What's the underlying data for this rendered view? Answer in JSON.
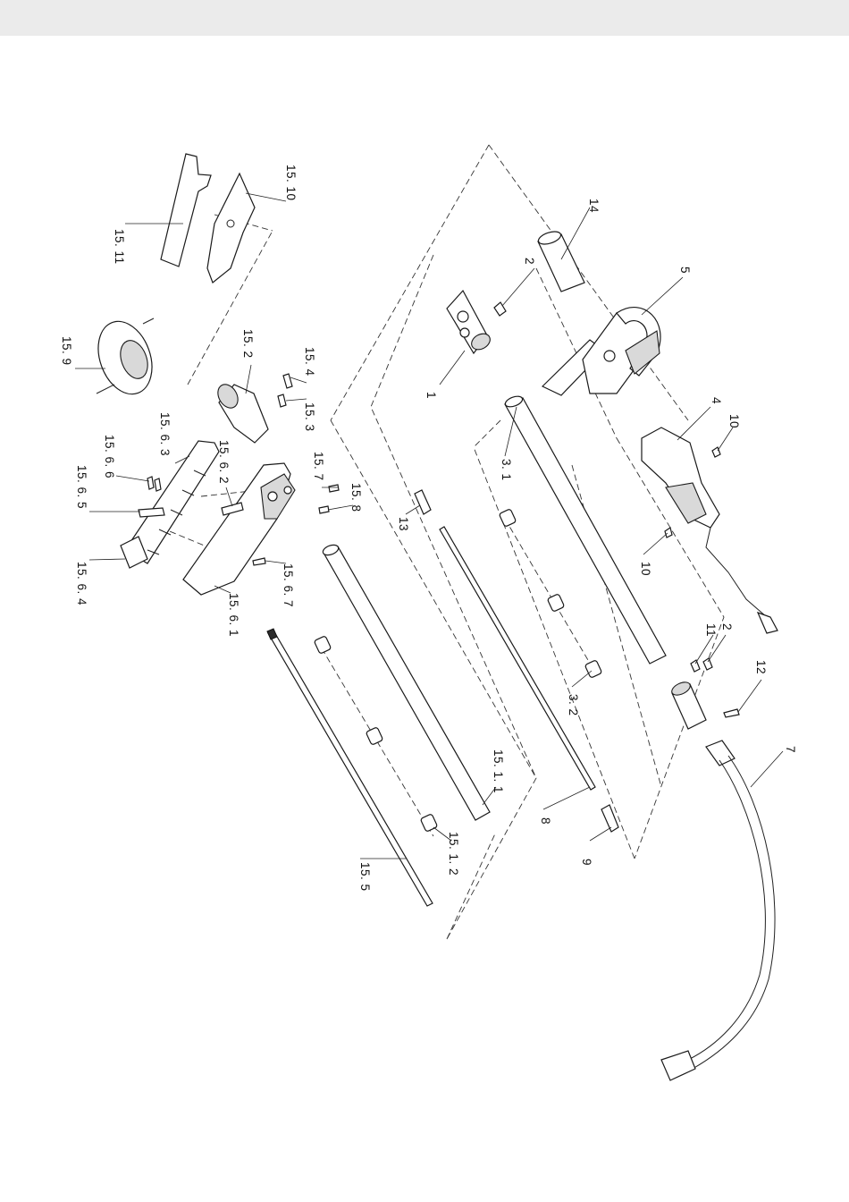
{
  "diagram": {
    "labels": [
      {
        "id": "lbl-14",
        "text": "14"
      },
      {
        "id": "lbl-2a",
        "text": "2"
      },
      {
        "id": "lbl-5",
        "text": "5"
      },
      {
        "id": "lbl-1",
        "text": "1"
      },
      {
        "id": "lbl-4",
        "text": "4"
      },
      {
        "id": "lbl-10a",
        "text": "10"
      },
      {
        "id": "lbl-10b",
        "text": "10"
      },
      {
        "id": "lbl-3-1",
        "text": "3. 1"
      },
      {
        "id": "lbl-3-2",
        "text": "3. 2"
      },
      {
        "id": "lbl-11",
        "text": "11"
      },
      {
        "id": "lbl-2b",
        "text": "2"
      },
      {
        "id": "lbl-12",
        "text": "12"
      },
      {
        "id": "lbl-7",
        "text": "7"
      },
      {
        "id": "lbl-13",
        "text": "13"
      },
      {
        "id": "lbl-8",
        "text": "8"
      },
      {
        "id": "lbl-9",
        "text": "9"
      },
      {
        "id": "lbl-15-1-1",
        "text": "15. 1. 1"
      },
      {
        "id": "lbl-15-1-2",
        "text": "15. 1. 2"
      },
      {
        "id": "lbl-15-5",
        "text": "15. 5"
      },
      {
        "id": "lbl-15-10",
        "text": "15. 10"
      },
      {
        "id": "lbl-15-11",
        "text": "15. 11"
      },
      {
        "id": "lbl-15-9",
        "text": "15. 9"
      },
      {
        "id": "lbl-15-2",
        "text": "15. 2"
      },
      {
        "id": "lbl-15-4",
        "text": "15. 4"
      },
      {
        "id": "lbl-15-3",
        "text": "15. 3"
      },
      {
        "id": "lbl-15-6-3",
        "text": "15. 6. 3"
      },
      {
        "id": "lbl-15-6-6",
        "text": "15. 6. 6"
      },
      {
        "id": "lbl-15-6-2",
        "text": "15. 6. 2"
      },
      {
        "id": "lbl-15-7",
        "text": "15. 7"
      },
      {
        "id": "lbl-15-8",
        "text": "15. 8"
      },
      {
        "id": "lbl-15-6-5",
        "text": "15. 6. 5"
      },
      {
        "id": "lbl-15-6-4",
        "text": "15. 6. 4"
      },
      {
        "id": "lbl-15-6-7",
        "text": "15. 6. 7"
      },
      {
        "id": "lbl-15-6-1",
        "text": "15. 6. 1"
      }
    ]
  }
}
